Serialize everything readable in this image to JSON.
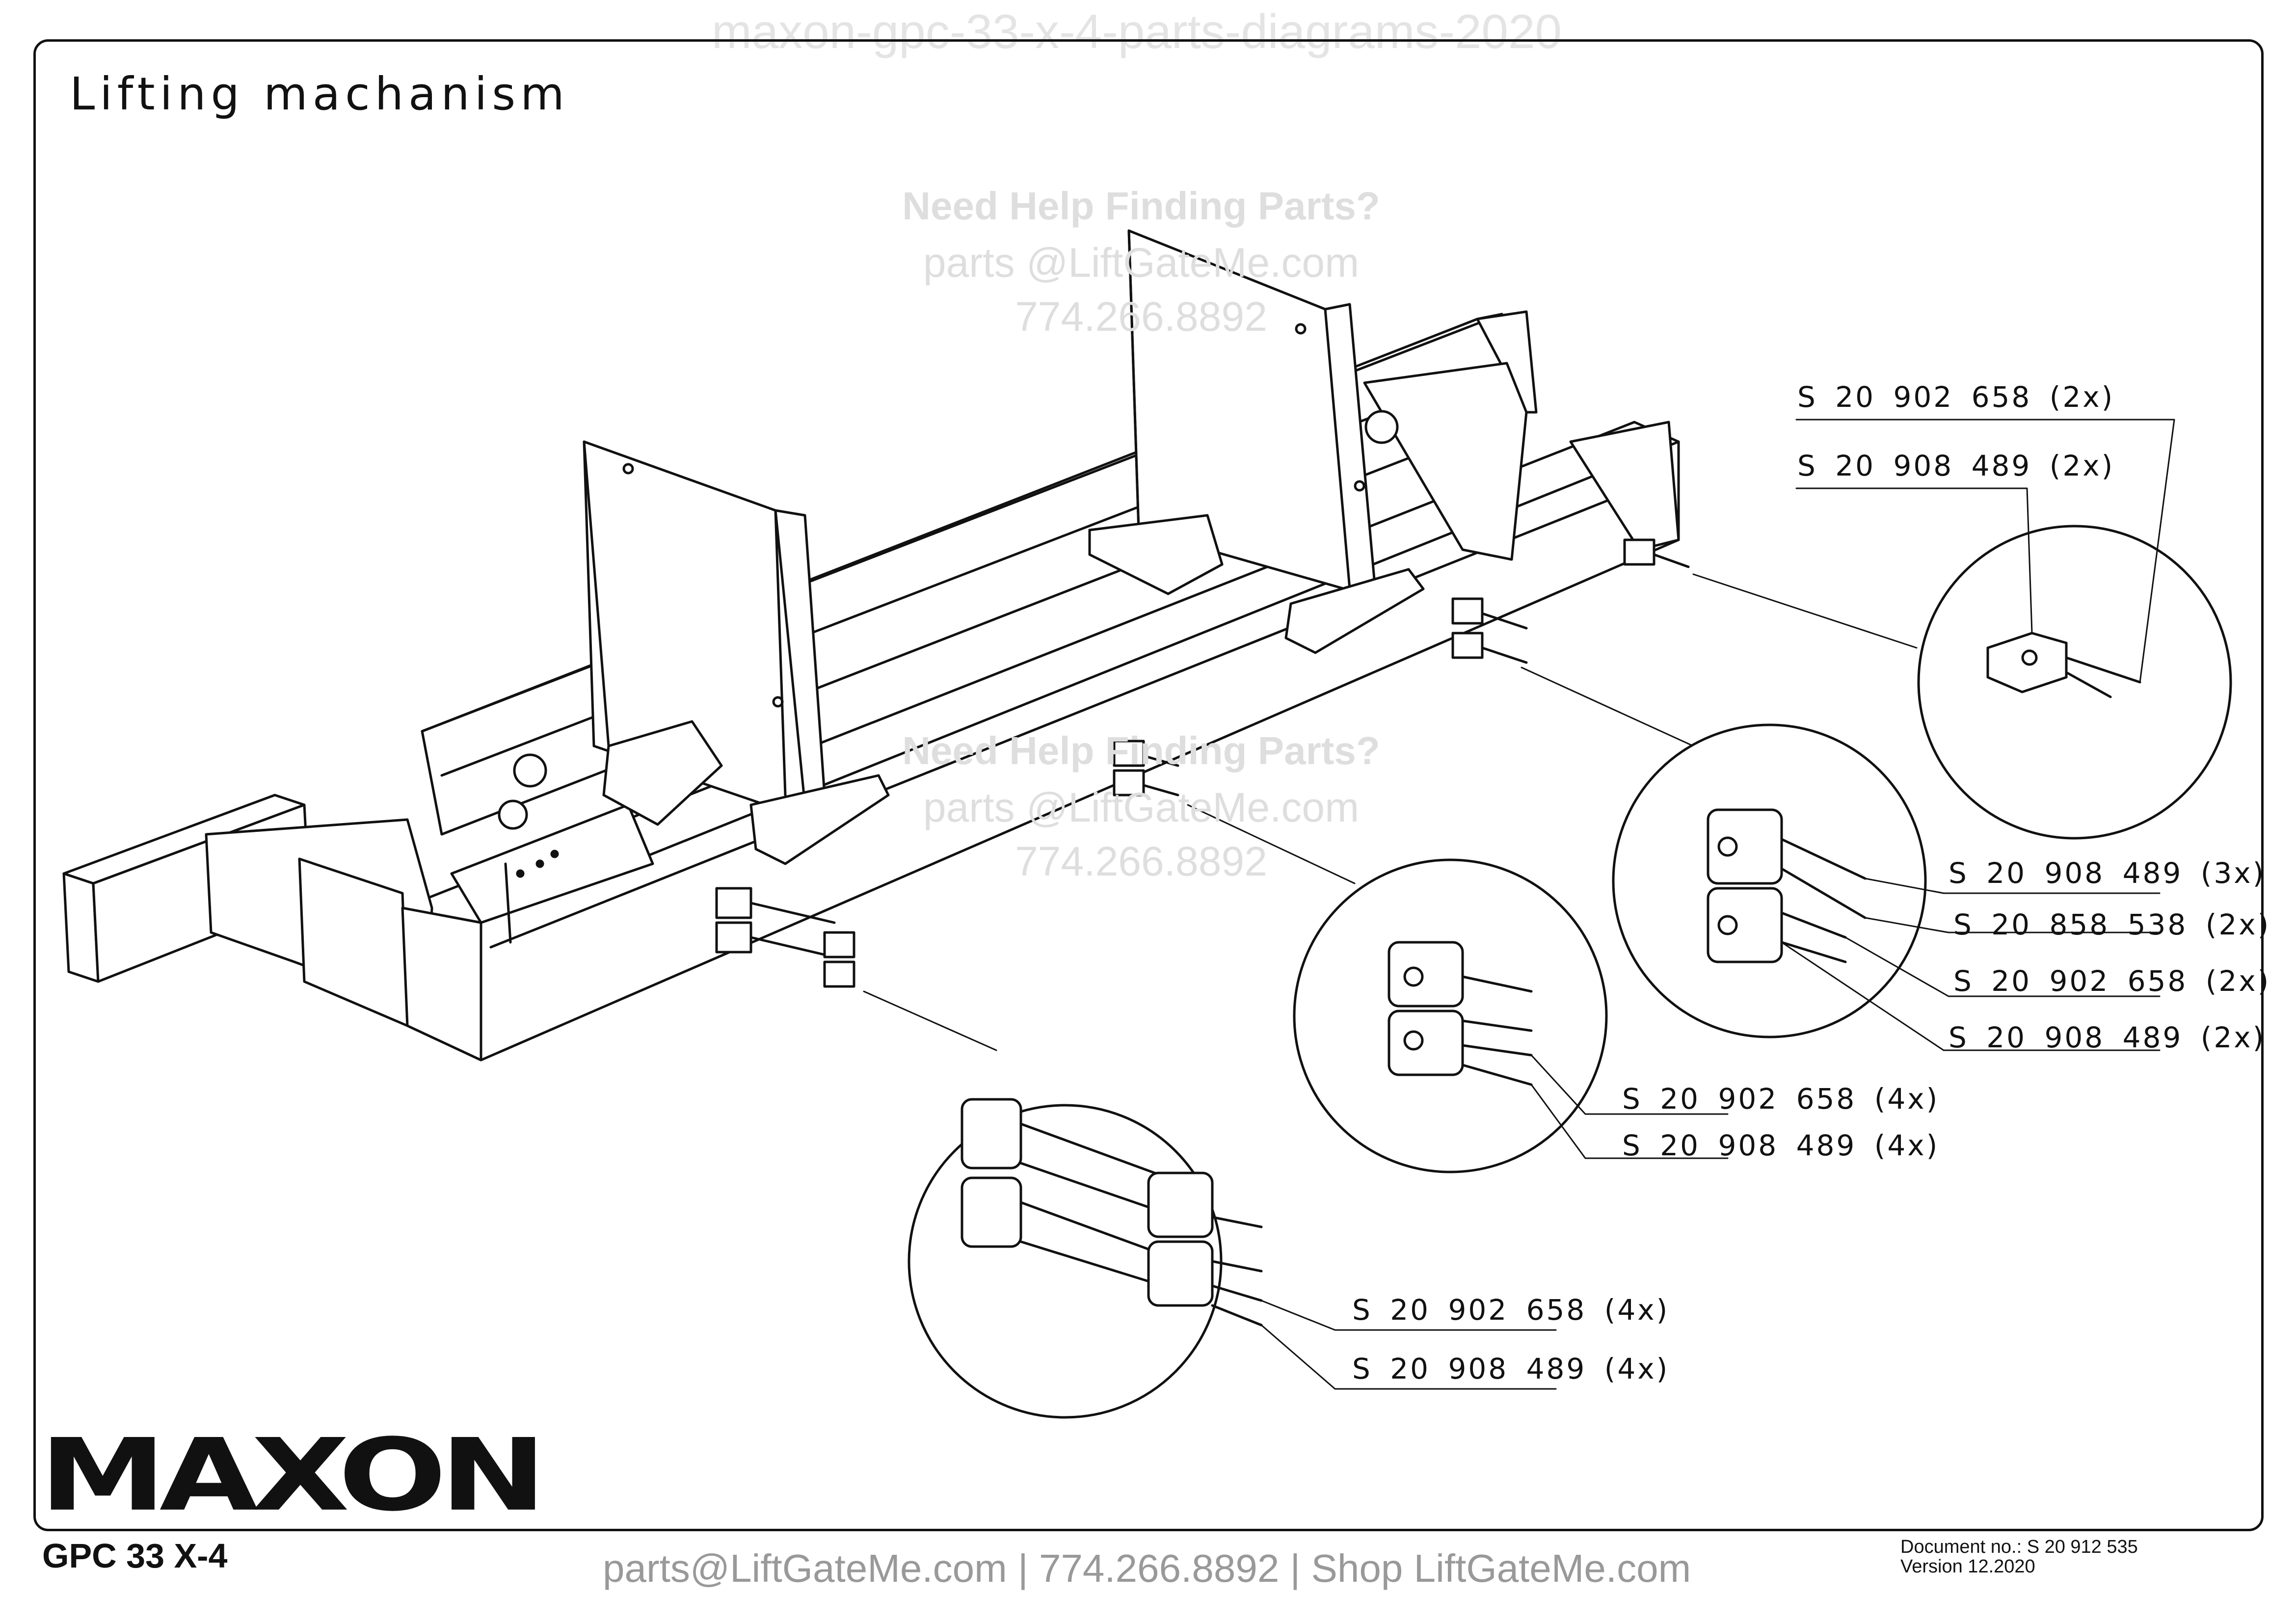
{
  "header": {
    "title": "Lifting machanism",
    "watermark_top": "maxon-gpc-33-x-4-parts-diagrams-2020"
  },
  "watermark_help": {
    "line1": "Need Help Finding Parts?",
    "line2": "parts @LiftGateMe.com",
    "line3": "774.266.8892"
  },
  "callouts": {
    "c1": "S 20 902 658 (2x)",
    "c2": "S 20 908 489 (2x)",
    "c3": "S 20 908 489 (3x)",
    "c4": "S 20 858 538 (2x)",
    "c5": "S 20 902 658 (2x)",
    "c6": "S 20 908 489 (2x)",
    "c7": "S 20 902 658 (4x)",
    "c8": "S 20 908 489 (4x)",
    "c9": "S 20 902 658 (4x)",
    "c10": "S 20 908 489 (4x)"
  },
  "brand": {
    "logo": "MAXON",
    "registered": "®",
    "model": "GPC 33 X-4"
  },
  "footer": {
    "contact": "parts@LiftGateMe.com | 774.266.8892 | Shop LiftGateMe.com"
  },
  "document": {
    "number": "Document no.:  S 20 912 535",
    "version": "Version 12.2020"
  },
  "colors": {
    "line": "#111111",
    "watermark": "#dedede",
    "footer_text": "#999999"
  }
}
